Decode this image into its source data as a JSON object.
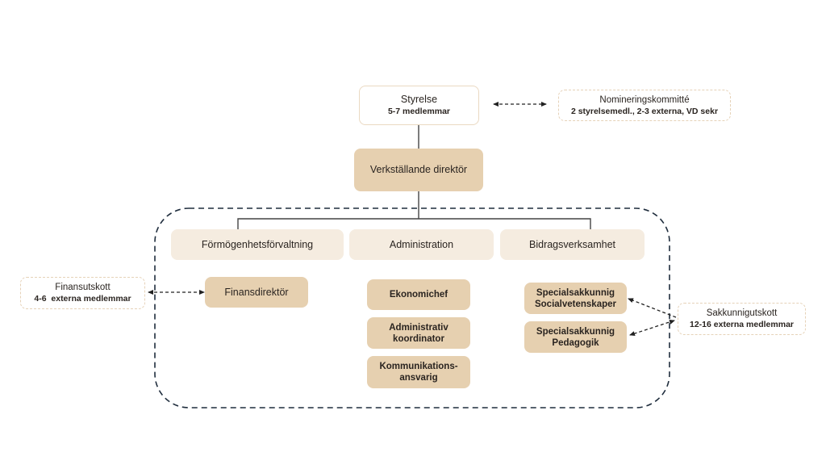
{
  "board": {
    "title": "Styrelse",
    "subtitle": "5-7 medlemmar"
  },
  "nomination": {
    "title": "Nomineringskommitté",
    "subtitle": "2 styrelsemedl., 2-3 externa, VD sekr"
  },
  "ceo": {
    "title": "Verkställande direktör"
  },
  "departments": [
    {
      "label": "Förmögenhetsförvaltning"
    },
    {
      "label": "Administration"
    },
    {
      "label": "Bidragsverksamhet"
    }
  ],
  "finance_director": {
    "label": "Finansdirektör"
  },
  "administration_roles": [
    {
      "line1": "Ekonomichef",
      "line2": ""
    },
    {
      "line1": "Administrativ",
      "line2": "koordinator"
    },
    {
      "line1": "Kommunikations-",
      "line2": "ansvarig"
    }
  ],
  "grant_roles": [
    {
      "line1": "Specialsakkunnig",
      "line2": "Socialvetenskaper"
    },
    {
      "line1": "Specialsakkunnig",
      "line2": "Pedagogik"
    }
  ],
  "finance_committee": {
    "title": "Finansutskott",
    "subtitle": "4-6  externa medlemmar"
  },
  "expert_committee": {
    "title": "Sakkunnigutskott",
    "subtitle": "12-16 externa medlemmar"
  },
  "colors": {
    "solid_box": "#e6d0b0",
    "light_box": "#f5ece0",
    "outline": "#ead9c2",
    "dashed_frame": "#1f2d3d",
    "connector": "#333333"
  }
}
